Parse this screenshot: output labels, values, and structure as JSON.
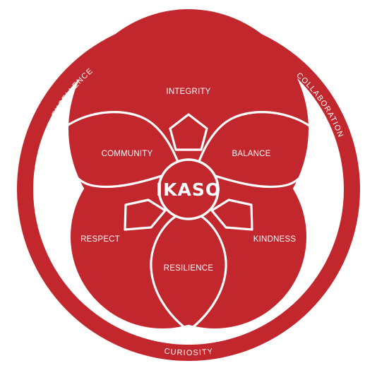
{
  "colors": {
    "primary": "#c1272d",
    "line": "#ffffff",
    "background": "#ffffff"
  },
  "center": {
    "label": "IKASO"
  },
  "ring": {
    "top_left": "EXCELLENCE",
    "top_right": "COLLABORATION",
    "bottom": "CURIOSITY"
  },
  "lobes": {
    "top": "INTEGRITY",
    "left": "RESPECT",
    "right": "KINDNESS"
  },
  "petals": {
    "upper_left": "COMMUNITY",
    "upper_right": "BALANCE",
    "bottom": "RESILIENCE"
  }
}
